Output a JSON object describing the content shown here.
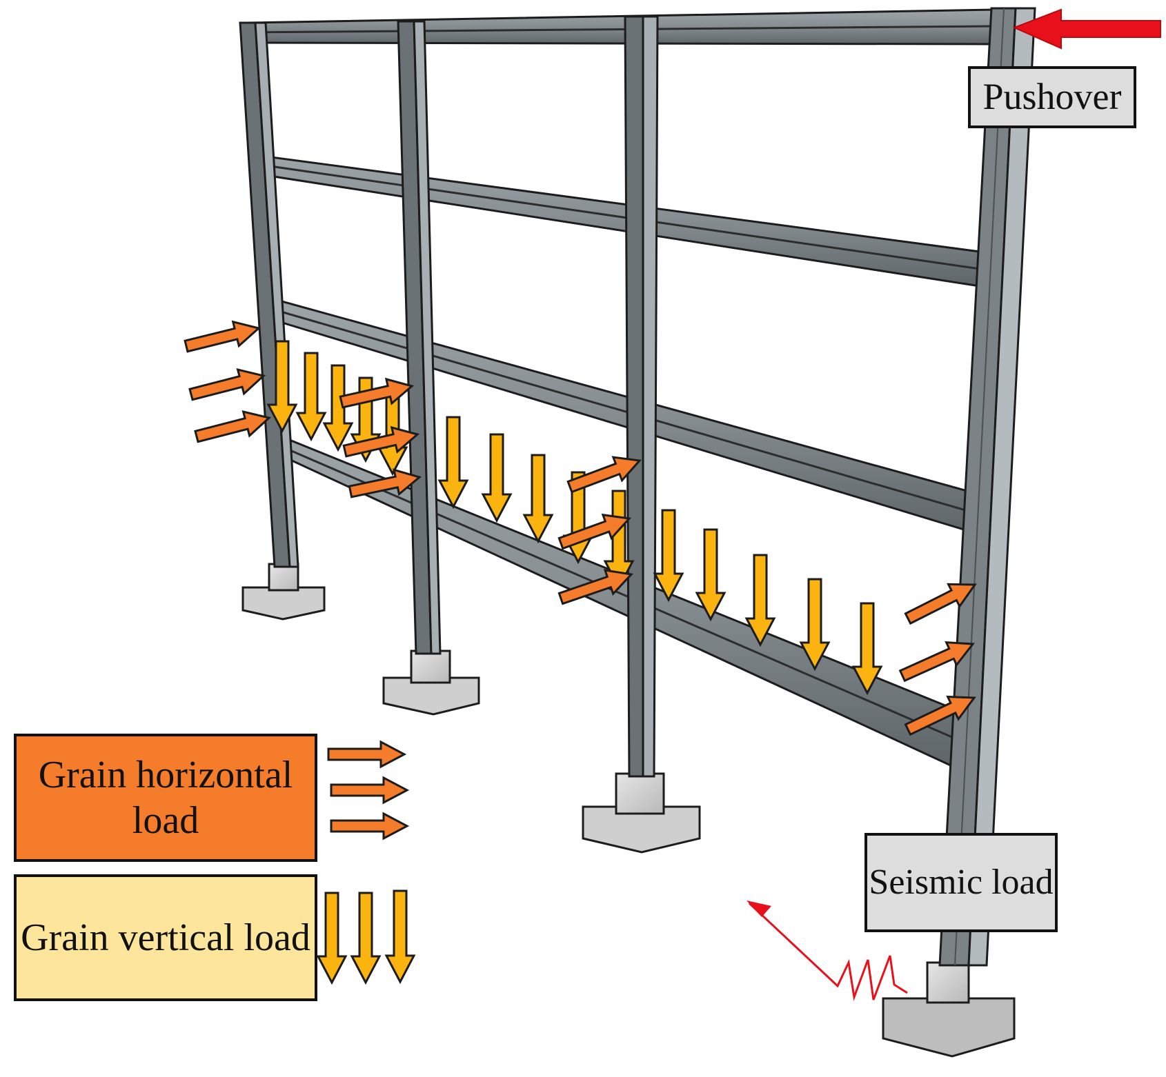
{
  "labels": {
    "pushover": "Pushover",
    "seismic_load": "Seismic load",
    "grain_horizontal_load": "Grain horizontal load",
    "grain_vertical_load": "Grain vertical load"
  },
  "colors": {
    "steel_face": "#8e979c",
    "steel_dark": "#5b6266",
    "steel_light": "#c9ced1",
    "outline": "#1c1c1c",
    "concrete": "#d3d3d3",
    "concrete_dark": "#a9a9a9",
    "horizontal_arrow": "#f47c2a",
    "vertical_arrow": "#fbb40f",
    "pushover_arrow": "#e8101a",
    "seismic_wave": "#e8101a",
    "grain_horizontal_box": "#f47c2a",
    "grain_vertical_box": "#fde59c",
    "pushover_box": "#dddddd",
    "seismic_box": "#dddddd"
  }
}
